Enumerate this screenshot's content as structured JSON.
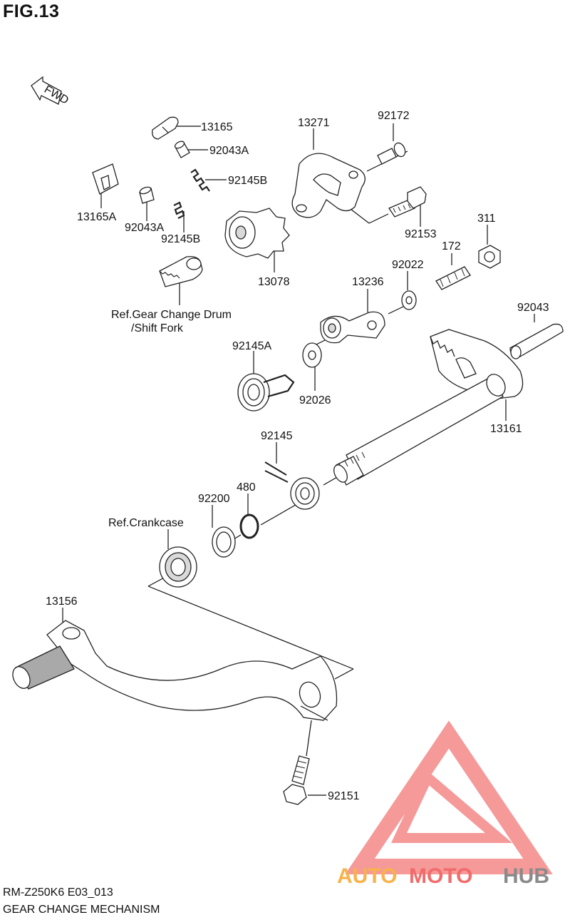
{
  "figure": {
    "title": "FIG.13",
    "model_code": "RM-Z250K6 E03_013",
    "name": "GEAR CHANGE MECHANISM",
    "fwd_label": "FWD"
  },
  "parts": [
    {
      "id": "13165",
      "label": "13165"
    },
    {
      "id": "92043A-top",
      "label": "92043A"
    },
    {
      "id": "92145B-top",
      "label": "92145B"
    },
    {
      "id": "13165A",
      "label": "13165A"
    },
    {
      "id": "92043A-bottom",
      "label": "92043A"
    },
    {
      "id": "92145B-bottom",
      "label": "92145B"
    },
    {
      "id": "13271",
      "label": "13271"
    },
    {
      "id": "92172",
      "label": "92172"
    },
    {
      "id": "92153",
      "label": "92153"
    },
    {
      "id": "311",
      "label": "311"
    },
    {
      "id": "172",
      "label": "172"
    },
    {
      "id": "13078",
      "label": "13078"
    },
    {
      "id": "92022",
      "label": "92022"
    },
    {
      "id": "13236",
      "label": "13236"
    },
    {
      "id": "92043",
      "label": "92043"
    },
    {
      "id": "92145A",
      "label": "92145A"
    },
    {
      "id": "92026",
      "label": "92026"
    },
    {
      "id": "13161",
      "label": "13161"
    },
    {
      "id": "92145",
      "label": "92145"
    },
    {
      "id": "480",
      "label": "480"
    },
    {
      "id": "92200",
      "label": "92200"
    },
    {
      "id": "13156",
      "label": "13156"
    },
    {
      "id": "92151",
      "label": "92151"
    }
  ],
  "references": {
    "gear_drum_line1": "Ref.Gear Change Drum",
    "gear_drum_line2": "/Shift Fork",
    "crankcase": "Ref.Crankcase"
  },
  "watermark": {
    "part1": "AUTO",
    "part2": "MOTO",
    "part3": "HUB",
    "colors": {
      "auto": "#f7b24a",
      "moto": "#f26b6b",
      "hub": "#8a8a8a",
      "logo": "#f58e8e"
    }
  }
}
